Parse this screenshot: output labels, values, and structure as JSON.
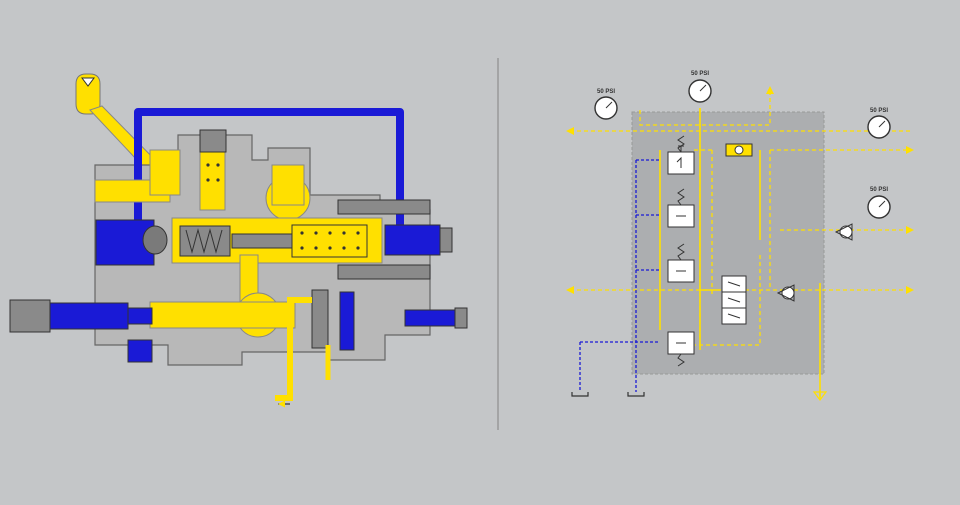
{
  "colors": {
    "background": "#c4c6c8",
    "housing": "#b5b5b5",
    "pressure_yellow": "#ffe000",
    "return_blue": "#1a1ad6",
    "metal_gray": "#8a8a8a",
    "schematic_panel": "#acaeb0",
    "divider": "#8e8e8e"
  },
  "schematic": {
    "gauges": [
      {
        "id": "gauge-1",
        "label": "50 PSI"
      },
      {
        "id": "gauge-2",
        "label": "50 PSI"
      },
      {
        "id": "gauge-3",
        "label": "50 PSI"
      },
      {
        "id": "gauge-4",
        "label": "50 PSI"
      }
    ]
  }
}
